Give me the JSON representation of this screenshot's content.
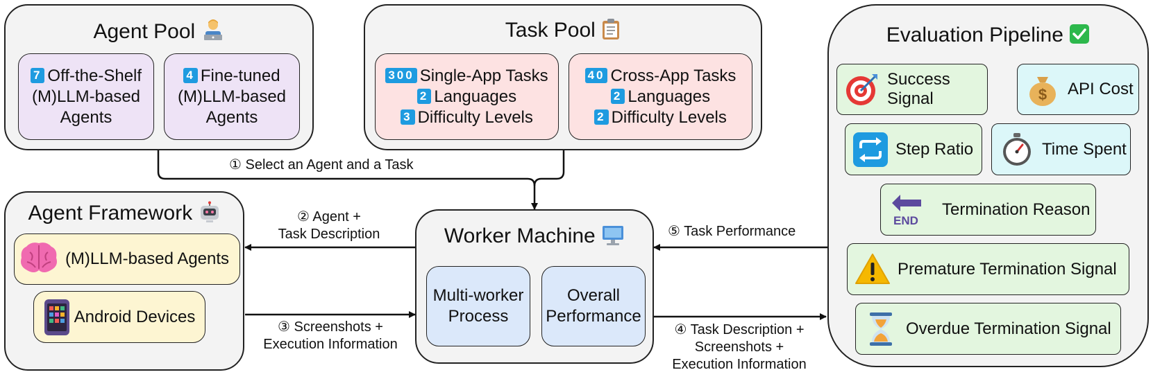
{
  "agent_pool": {
    "title": "Agent Pool",
    "icon": "technologist-icon",
    "off_shelf": {
      "count": "7",
      "line1": "Off-the-Shelf",
      "line2": "(M)LLM-based",
      "line3": "Agents"
    },
    "fine_tuned": {
      "count": "4",
      "line1": "Fine-tuned",
      "line2": "(M)LLM-based",
      "line3": "Agents"
    }
  },
  "task_pool": {
    "title": "Task Pool",
    "icon": "clipboard-icon",
    "single_app": {
      "count": "300",
      "line1": "Single-App Tasks",
      "lang_count": "2",
      "line2": "Languages",
      "diff_count": "3",
      "line3": "Difficulty Levels"
    },
    "cross_app": {
      "count": "40",
      "line1": "Cross-App Tasks",
      "lang_count": "2",
      "line2": "Languages",
      "diff_count": "2",
      "line3": "Difficulty Levels"
    }
  },
  "evaluation": {
    "title": "Evaluation Pipeline",
    "icon": "check-mark-icon",
    "metrics": {
      "success": "Success Signal",
      "api_cost": "API Cost",
      "step_ratio": "Step Ratio",
      "time_spent": "Time Spent",
      "termination_reason": "Termination Reason",
      "premature": "Premature Termination Signal",
      "overdue": "Overdue Termination Signal"
    },
    "end_text": "END"
  },
  "framework": {
    "title": "Agent Framework",
    "icon": "robot-icon",
    "agents": "(M)LLM-based Agents",
    "devices": "Android Devices"
  },
  "worker": {
    "title": "Worker Machine",
    "icon": "computer-icon",
    "multi_line1": "Multi-worker",
    "multi_line2": "Process",
    "overall_line1": "Overall",
    "overall_line2": "Performance"
  },
  "edges": {
    "step1": "① Select an Agent and a Task",
    "step2_line1": "② Agent +",
    "step2_line2": "Task Description",
    "step3_line1": "③ Screenshots +",
    "step3_line2": "Execution Information",
    "step4_line1": "④ Task Description +",
    "step4_line2": "Screenshots +",
    "step4_line3": "Execution Information",
    "step5": "⑤ Task Performance"
  },
  "colors": {
    "panel_bg": "#f3f3f3",
    "purple": "#eee3f6",
    "pink": "#fde2e2",
    "yellow": "#fdf5d2",
    "blue": "#dbe8fa",
    "green": "#e3f6df",
    "cyan": "#dcf7f9",
    "badge": "#1e9be0"
  }
}
